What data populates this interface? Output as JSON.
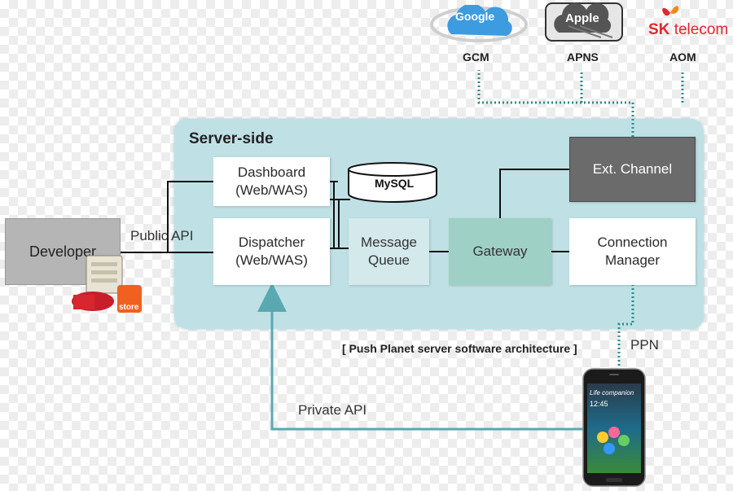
{
  "panel": {
    "title": "Server-side"
  },
  "boxes": {
    "developer": "Developer",
    "dashboard": "Dashboard\n(Web/WAS)",
    "dispatcher": "Dispatcher\n(Web/WAS)",
    "message_queue": "Message\nQueue",
    "gateway": "Gateway",
    "connection_manager": "Connection\nManager",
    "ext_channel": "Ext. Channel",
    "mysql": "MySQL"
  },
  "labels": {
    "public_api": "Public API",
    "private_api": "Private API",
    "ppn": "PPN",
    "caption": "[ Push Planet server software architecture ]"
  },
  "providers": {
    "gcm": {
      "logo_text": "Google",
      "label": "GCM"
    },
    "apns": {
      "logo_text": "Apple",
      "label": "APNS"
    },
    "aom": {
      "logo_text_1": "SK",
      "logo_text_2": "telecom",
      "label": "AOM"
    }
  },
  "store_icon": {
    "text": "store"
  },
  "phone": {
    "screen_text": "Life companion",
    "time": "12:45"
  },
  "colors": {
    "panel": "#bfe1e6",
    "gateway": "#9fd0c5",
    "ext_channel": "#6b6b6b",
    "connector_dotted": "#2e8b8b",
    "private_api_arrow": "#5aa9b0"
  }
}
